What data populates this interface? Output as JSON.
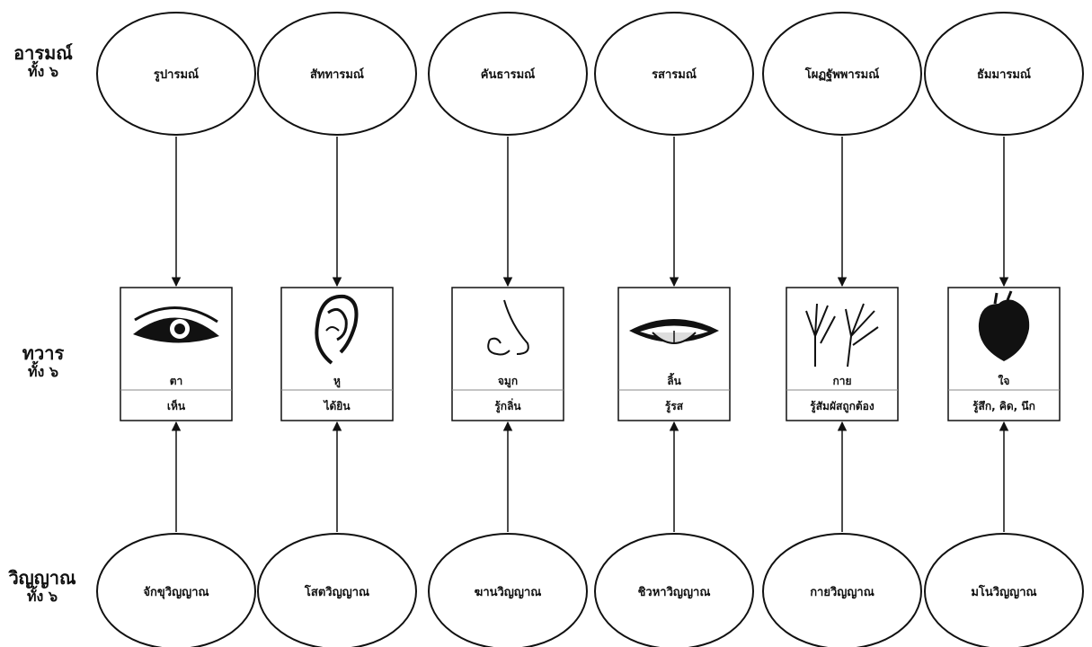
{
  "row_labels": {
    "objects": {
      "main": "อารมณ์",
      "sub": "ทั้ง ๖"
    },
    "doors": {
      "main": "ทวาร",
      "sub": "ทั้ง ๖"
    },
    "consciousness": {
      "main": "วิญญาณ",
      "sub": "ทั้ง ๖"
    }
  },
  "columns": [
    {
      "object": "รูปารมณ์",
      "organ": "ตา",
      "function": "เห็น",
      "consciousness": "จักขุวิญญาณ",
      "icon": "eye-icon"
    },
    {
      "object": "สัททารมณ์",
      "organ": "หู",
      "function": "ได้ยิน",
      "consciousness": "โสตวิญญาณ",
      "icon": "ear-icon"
    },
    {
      "object": "คันธารมณ์",
      "organ": "จมูก",
      "function": "รู้กลิ่น",
      "consciousness": "ฆานวิญญาณ",
      "icon": "nose-icon"
    },
    {
      "object": "รสารมณ์",
      "organ": "ลิ้น",
      "function": "รู้รส",
      "consciousness": "ชิวหาวิญญาณ",
      "icon": "tongue-icon"
    },
    {
      "object": "โผฏฐัพพารมณ์",
      "organ": "กาย",
      "function": "รู้สัมผัสถูกต้อง",
      "consciousness": "กายวิญญาณ",
      "icon": "hands-icon"
    },
    {
      "object": "ธัมมารมณ์",
      "organ": "ใจ",
      "function": "รู้สึก, คิด, นึก",
      "consciousness": "มโนวิญญาณ",
      "icon": "heart-icon"
    }
  ]
}
